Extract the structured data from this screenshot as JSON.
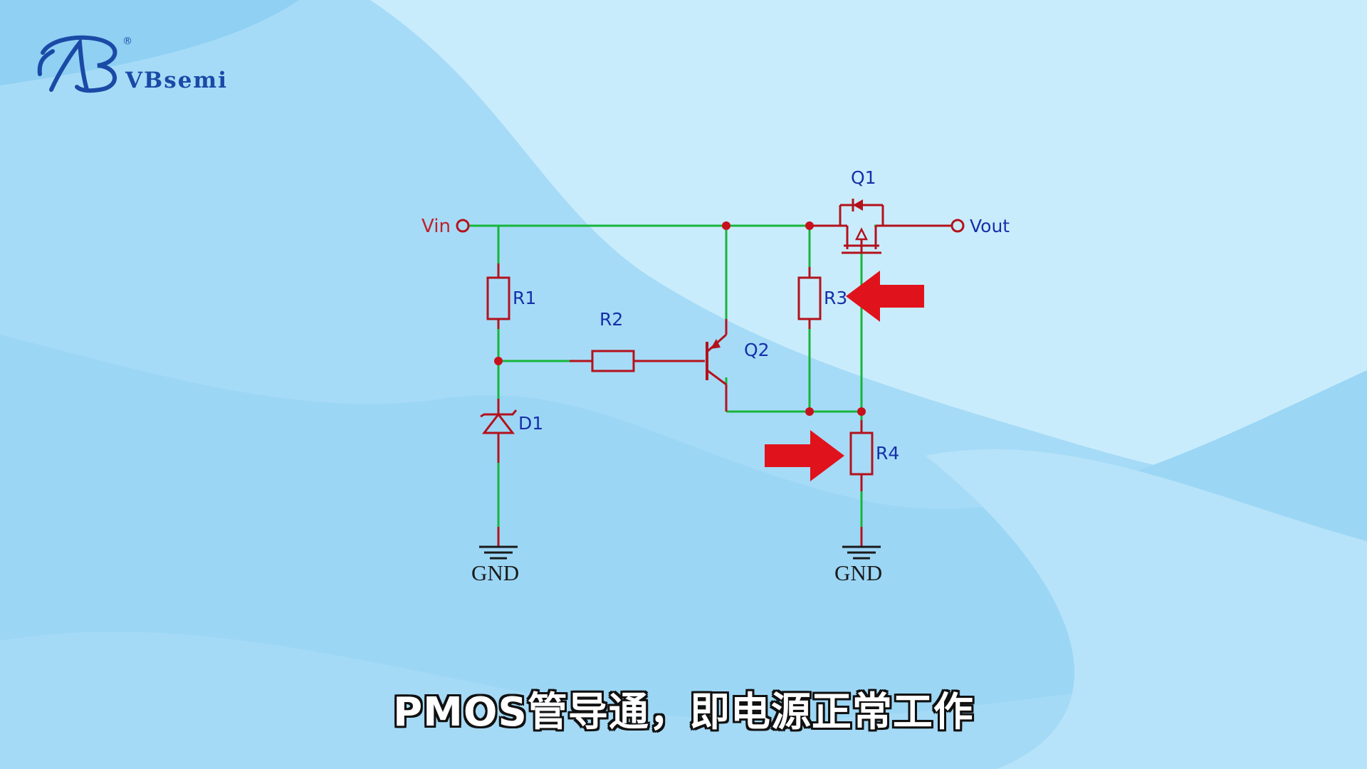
{
  "brand": {
    "name": "VBsemi",
    "registered_mark": "®",
    "logo_icon": "vbsemi-logo-icon"
  },
  "circuit": {
    "ports": {
      "input": "Vin",
      "output": "Vout"
    },
    "components": {
      "r1": "R1",
      "r2": "R2",
      "r3": "R3",
      "r4": "R4",
      "d1": "D1",
      "q1": "Q1",
      "q2": "Q2"
    },
    "grounds": [
      "GND",
      "GND"
    ],
    "callouts": [
      {
        "name": "arrow-pointing-r3",
        "target": "R3",
        "direction": "left"
      },
      {
        "name": "arrow-pointing-r4",
        "target": "R4",
        "direction": "right"
      }
    ]
  },
  "caption": "PMOS管导通，即电源正常工作",
  "colors": {
    "wire": "#17b53a",
    "component": "#b3121c",
    "label": "#1530a8",
    "arrow": "#e0121c",
    "background": "#a9dcf7"
  }
}
